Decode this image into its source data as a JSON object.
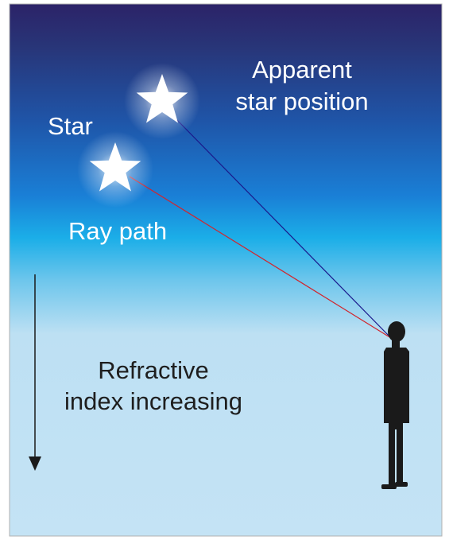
{
  "labels": {
    "star": "Star",
    "apparent_line1": "Apparent",
    "apparent_line2": "star position",
    "ray_path": "Ray path",
    "refractive_line1": "Refractive",
    "refractive_line2": "index increasing"
  },
  "colors": {
    "sky_top": "#2c2368",
    "sky_mid": "#1a67c4",
    "sky_band": "#1bb1e8",
    "sky_bottom": "#c4e3f5",
    "apparent_line": "#1a1a8c",
    "ray_line": "#d2252c",
    "observer": "#1a1a1a",
    "arrow": "#1a1a1a",
    "frame": "#b0b0b0"
  },
  "icons": {
    "real_star": "star-icon",
    "apparent_star": "star-icon",
    "observer": "person-icon",
    "arrow": "arrow-down-icon"
  }
}
